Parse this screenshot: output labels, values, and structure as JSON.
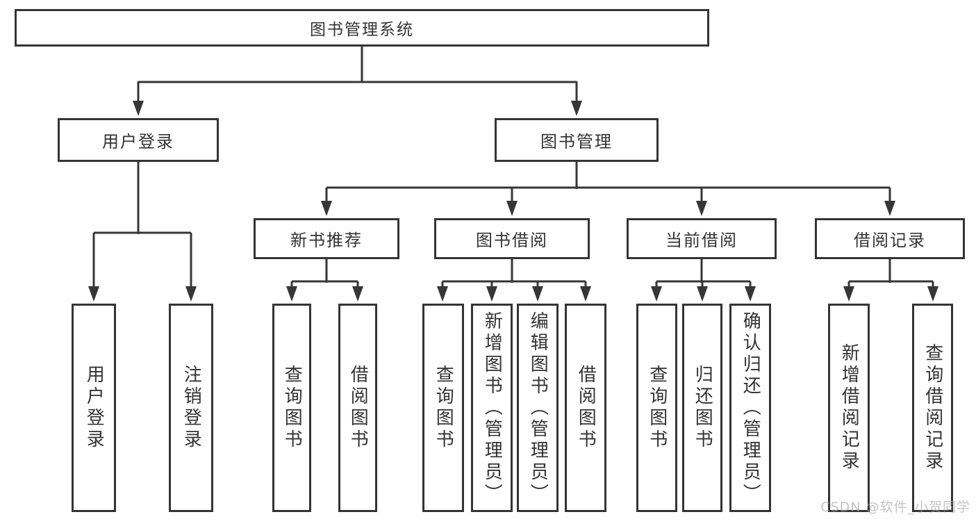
{
  "diagram": {
    "root": "图书管理系统",
    "branches": [
      {
        "label": "用户登录",
        "leaves": [
          "用户登录",
          "注销登录"
        ]
      },
      {
        "label": "图书管理",
        "groups": [
          {
            "label": "新书推荐",
            "leaves": [
              "查询图书",
              "借阅图书"
            ]
          },
          {
            "label": "图书借阅",
            "leaves": [
              "查询图书",
              "新增图书（管理员）",
              "编辑图书（管理员）",
              "借阅图书"
            ]
          },
          {
            "label": "当前借阅",
            "leaves": [
              "查询图书",
              "归还图书",
              "确认归还（管理员）"
            ]
          },
          {
            "label": "借阅记录",
            "leaves": [
              "新增借阅记录",
              "查询借阅记录"
            ]
          }
        ]
      }
    ]
  },
  "colors": {
    "line": "#363636",
    "box_border": "#343434",
    "box_fill": "#ffffff",
    "text": "#333333",
    "watermark": "#a5a5a5"
  },
  "watermark": {
    "text": "CSDN @软件_小贺同学"
  }
}
